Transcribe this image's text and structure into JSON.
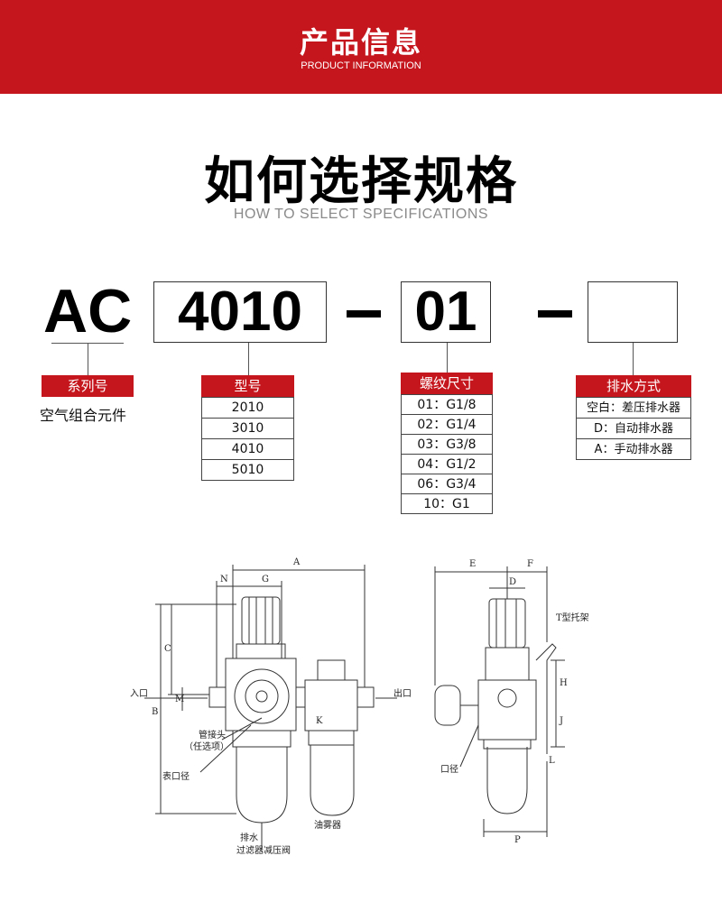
{
  "banner": {
    "title": "产品信息",
    "subtitle": "PRODUCT INFORMATION"
  },
  "section": {
    "title": "如何选择规格",
    "subtitle": "HOW TO SELECT SPECIFICATIONS"
  },
  "code": {
    "series": "AC",
    "model": "4010",
    "thread": "01",
    "drain": ""
  },
  "fields": {
    "series": {
      "label": "系列号",
      "description": "空气组合元件"
    },
    "model": {
      "label": "型号",
      "options": [
        "2010",
        "3010",
        "4010",
        "5010"
      ]
    },
    "thread": {
      "label": "螺纹尺寸",
      "options": [
        "01：G1/8",
        "02：G1/4",
        "03：G3/8",
        "04：G1/2",
        "06：G3/4",
        "10：G1"
      ]
    },
    "drain": {
      "label": "排水方式",
      "options": [
        "空白：差压排水器",
        "D：自动排水器",
        "A：手动排水器"
      ]
    }
  },
  "diagram": {
    "dims": [
      "A",
      "N",
      "G",
      "C",
      "B",
      "M",
      "K",
      "E",
      "D",
      "F",
      "H",
      "J",
      "L",
      "P"
    ],
    "labels": {
      "inlet": "入口",
      "outlet": "出口",
      "fitting": "管接头",
      "fitting_note": "（任选项）",
      "gauge_port": "表口径",
      "drain": "排水",
      "filter_regulator": "过滤器减压阀",
      "lubricator": "油雾器",
      "bracket": "T型托架",
      "port": "口径"
    }
  },
  "colors": {
    "accent": "#c5161d",
    "text": "#111111",
    "subtle": "#8a8a8a"
  }
}
